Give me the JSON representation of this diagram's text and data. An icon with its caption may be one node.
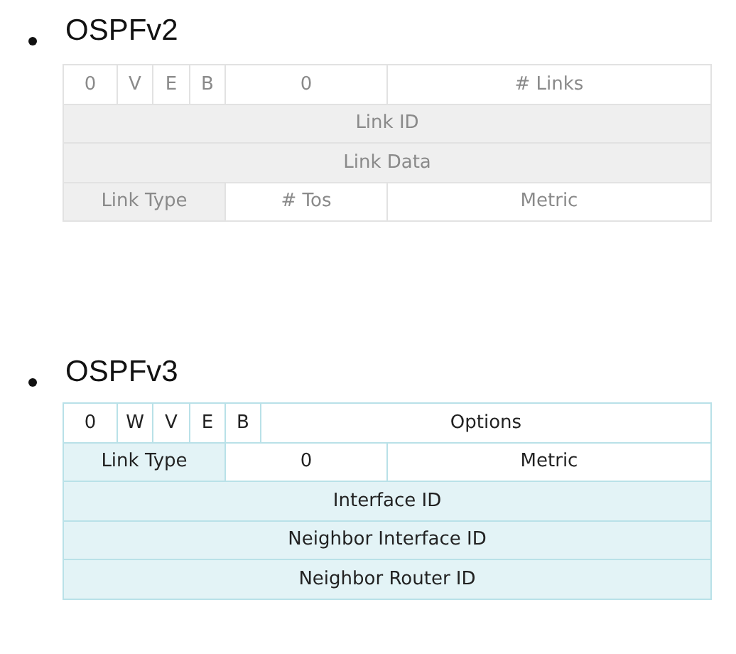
{
  "diagram": {
    "labels": [
      "OSPFv2",
      "0",
      "V",
      "E",
      "B",
      "0",
      "# Links",
      "Link ID",
      "Link Data",
      "Link Type",
      "# Tos",
      "Metric",
      "OSPFv3",
      "0",
      "W",
      "V",
      "E",
      "B",
      "Options",
      "Link Type",
      "0",
      "Metric",
      "Interface ID",
      "Neighbor Interface ID",
      "Neighbor Router ID"
    ]
  }
}
